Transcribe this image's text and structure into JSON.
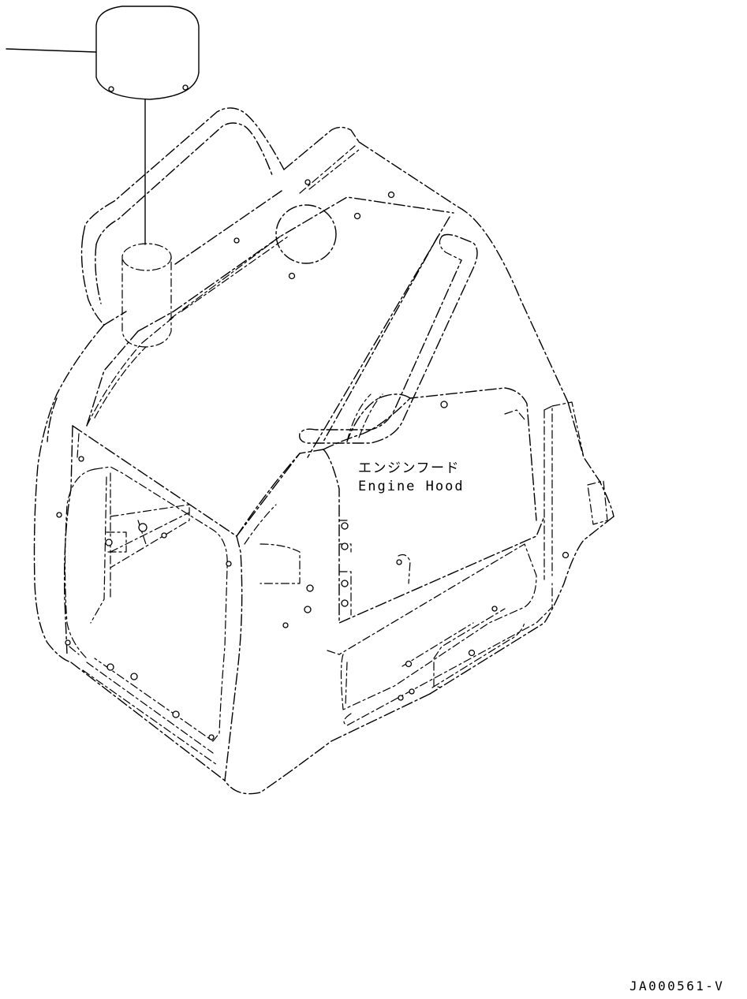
{
  "diagram": {
    "part_label_jp": "エンジンフード",
    "part_label_en": "Engine Hood",
    "drawing_code": "JA000561-V",
    "line_color": "#000000",
    "background_color": "#ffffff"
  }
}
